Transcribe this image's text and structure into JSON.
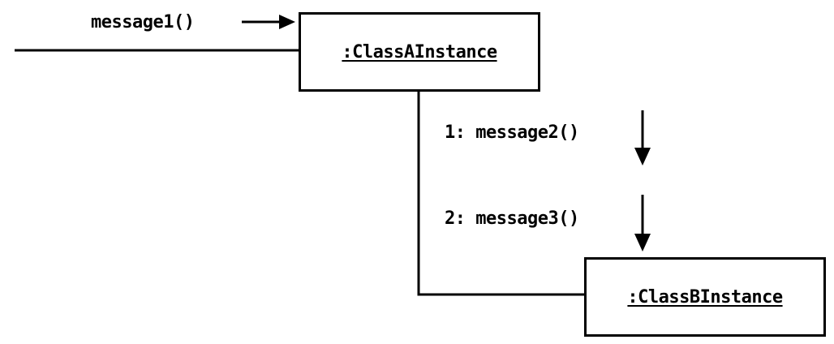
{
  "messages": {
    "incoming": "message1()",
    "first": "1: message2()",
    "second": "2: message3()"
  },
  "objects": {
    "class_a": ":ClassAInstance",
    "class_b": ":ClassBInstance"
  },
  "colors": {
    "stroke": "#000000",
    "background": "#ffffff"
  }
}
